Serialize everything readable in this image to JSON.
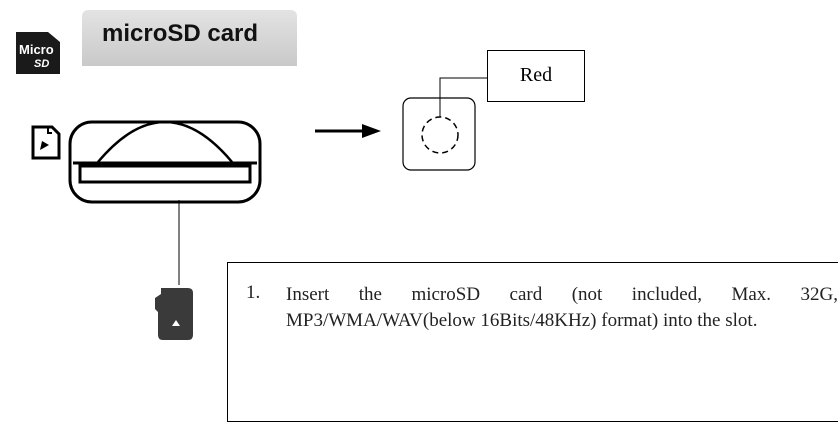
{
  "header": {
    "title": "microSD card",
    "logo_text_top": "Micro",
    "logo_text_bottom": "SD"
  },
  "callout": {
    "label": "Red"
  },
  "instruction": {
    "number": "1.",
    "text": "Insert the microSD card (not included, Max. 32G, MP3/WMA/WAV(below 16Bits/48KHz) format) into the slot."
  },
  "colors": {
    "header_tab": "#d6d6d6",
    "ink": "#111111"
  }
}
